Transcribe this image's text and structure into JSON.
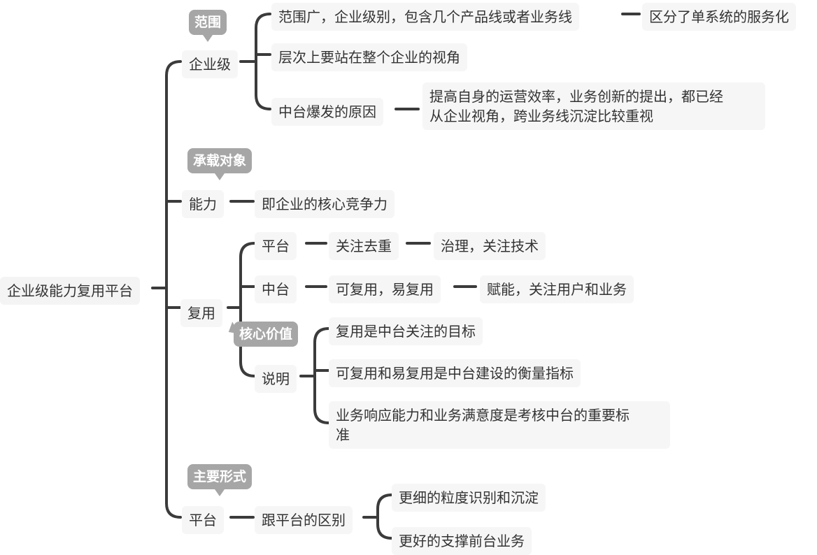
{
  "mindmap": {
    "root": "企业级能力复用平台",
    "branch_enterprise": {
      "label": "企业级",
      "tag": "范围",
      "scope": "范围广，企业级别，包含几个产品线或者业务线",
      "scope_detail": "区分了单系统的服务化",
      "level": "层次上要站在整个企业的视角",
      "reason": "中台爆发的原因",
      "reason_detail": "提高自身的运营效率，业务创新的提出，都已经\n从企业视角，跨业务线沉淀比较重视"
    },
    "branch_capability": {
      "label": "能力",
      "tag": "承载对象",
      "detail": "即企业的核心竞争力"
    },
    "branch_reuse": {
      "label": "复用",
      "platform": {
        "label": "平台",
        "focus": "关注去重",
        "detail": "治理，关注技术"
      },
      "middle": {
        "label": "中台",
        "focus": "可复用，易复用",
        "detail": "赋能，关注用户和业务"
      },
      "explain": {
        "label": "说明",
        "tag": "核心价值",
        "items": [
          "复用是中台关注的目标",
          "可复用和易复用是中台建设的衡量指标",
          "业务响应能力和业务满意度是考核中台的重要标\n准"
        ]
      }
    },
    "branch_platform": {
      "label": "平台",
      "tag": "主要形式",
      "diff": "跟平台的区别",
      "items": [
        "更细的粒度识别和沉淀",
        "更好的支撑前台业务"
      ]
    }
  }
}
